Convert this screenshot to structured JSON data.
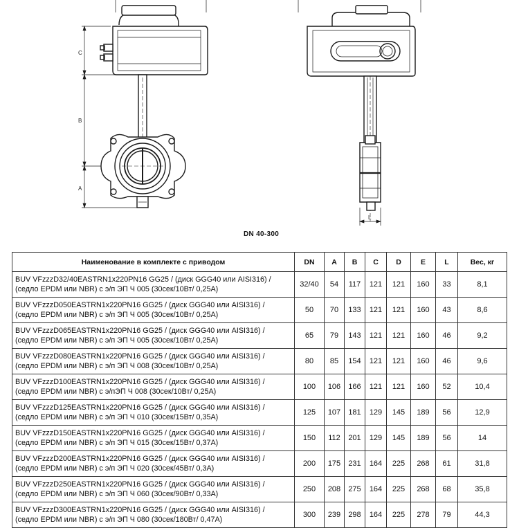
{
  "drawing": {
    "dn_label": "DN 40-300",
    "dim_a": "A",
    "dim_b": "B",
    "dim_c": "C",
    "dim_l": "L"
  },
  "table": {
    "headers": {
      "name": "Наименование в комплекте с приводом",
      "dn": "DN",
      "a": "A",
      "b": "B",
      "c": "C",
      "d": "D",
      "e": "E",
      "l": "L",
      "weight": "Вес, кг"
    },
    "rows": [
      {
        "line1": "BUV VFzzzD32/40EASTRN1x220PN16 GG25 / (диск GGG40 или AISI316) /",
        "line2": "(седло EPDM или NBR) с э/п ЭП Ч 005 (30сек/10Вт/ 0,25A)",
        "dn": "32/40",
        "a": "54",
        "b": "117",
        "c": "121",
        "d": "121",
        "e": "160",
        "l": "33",
        "w": "8,1"
      },
      {
        "line1": "BUV VFzzzD050EASTRN1x220PN16 GG25 / (диск GGG40 или AISI316) /",
        "line2": "(седло EPDM или NBR) с э/п ЭП Ч 005 (30сек/10Вт/ 0,25A)",
        "dn": "50",
        "a": "70",
        "b": "133",
        "c": "121",
        "d": "121",
        "e": "160",
        "l": "43",
        "w": "8,6"
      },
      {
        "line1": "BUV VFzzzD065EASTRN1x220PN16 GG25 / (диск GGG40 или AISI316) /",
        "line2": "(седло EPDM или NBR) с э/п ЭП Ч 005 (30сек/10Вт/ 0,25A)",
        "dn": "65",
        "a": "79",
        "b": "143",
        "c": "121",
        "d": "121",
        "e": "160",
        "l": "46",
        "w": "9,2"
      },
      {
        "line1": "BUV VFzzzD080EASTRN1x220PN16 GG25 / (диск GGG40 или AISI316) /",
        "line2": "(седло EPDM или NBR) с э/п ЭП Ч 008 (30сек/10Вт/ 0,25A)",
        "dn": "80",
        "a": "85",
        "b": "154",
        "c": "121",
        "d": "121",
        "e": "160",
        "l": "46",
        "w": "9,6"
      },
      {
        "line1": "BUV VFzzzD100EASTRN1x220PN16 GG25 / (диск GGG40 или AISI316) /",
        "line2": "(седло EPDM или NBR) с э/пЭП Ч 008 (30сек/10Вт/ 0,25A)",
        "dn": "100",
        "a": "106",
        "b": "166",
        "c": "121",
        "d": "121",
        "e": "160",
        "l": "52",
        "w": "10,4"
      },
      {
        "line1": "BUV VFzzzD125EASTRN1x220PN16 GG25 / (диск GGG40 или AISI316) /",
        "line2": "(седло EPDM или NBR) с э/п ЭП Ч 010 (30сек/15Вт/ 0,35A)",
        "dn": "125",
        "a": "107",
        "b": "181",
        "c": "129",
        "d": "145",
        "e": "189",
        "l": "56",
        "w": "12,9"
      },
      {
        "line1": "BUV VFzzzD150EASTRN1x220PN16 GG25 / (диск GGG40 или AISI316) /",
        "line2": "(седло EPDM или NBR) с э/п ЭП Ч 015 (30сек/15Вт/ 0,37A)",
        "dn": "150",
        "a": "112",
        "b": "201",
        "c": "129",
        "d": "145",
        "e": "189",
        "l": "56",
        "w": "14"
      },
      {
        "line1": "BUV VFzzzD200EASTRN1x220PN16 GG25 / (диск GGG40 или AISI316) /",
        "line2": "(седло EPDM или NBR) с э/п ЭП Ч 020 (30сек/45Вт/ 0,3A)",
        "dn": "200",
        "a": "175",
        "b": "231",
        "c": "164",
        "d": "225",
        "e": "268",
        "l": "61",
        "w": "31,8"
      },
      {
        "line1": "BUV VFzzzD250EASTRN1x220PN16 GG25 / (диск GGG40 или AISI316) /",
        "line2": "(седло EPDM или NBR) с э/п ЭП Ч 060 (30сек/90Вт/ 0,33A)",
        "dn": "250",
        "a": "208",
        "b": "275",
        "c": "164",
        "d": "225",
        "e": "268",
        "l": "68",
        "w": "35,8"
      },
      {
        "line1": "BUV VFzzzD300EASTRN1x220PN16 GG25 / (диск GGG40 или AISI316) /",
        "line2": "(седло EPDM или NBR) с э/п ЭП Ч 080 (30сек/180Вт/ 0,47A)",
        "dn": "300",
        "a": "239",
        "b": "298",
        "c": "164",
        "d": "225",
        "e": "278",
        "l": "79",
        "w": "44,3"
      }
    ]
  }
}
